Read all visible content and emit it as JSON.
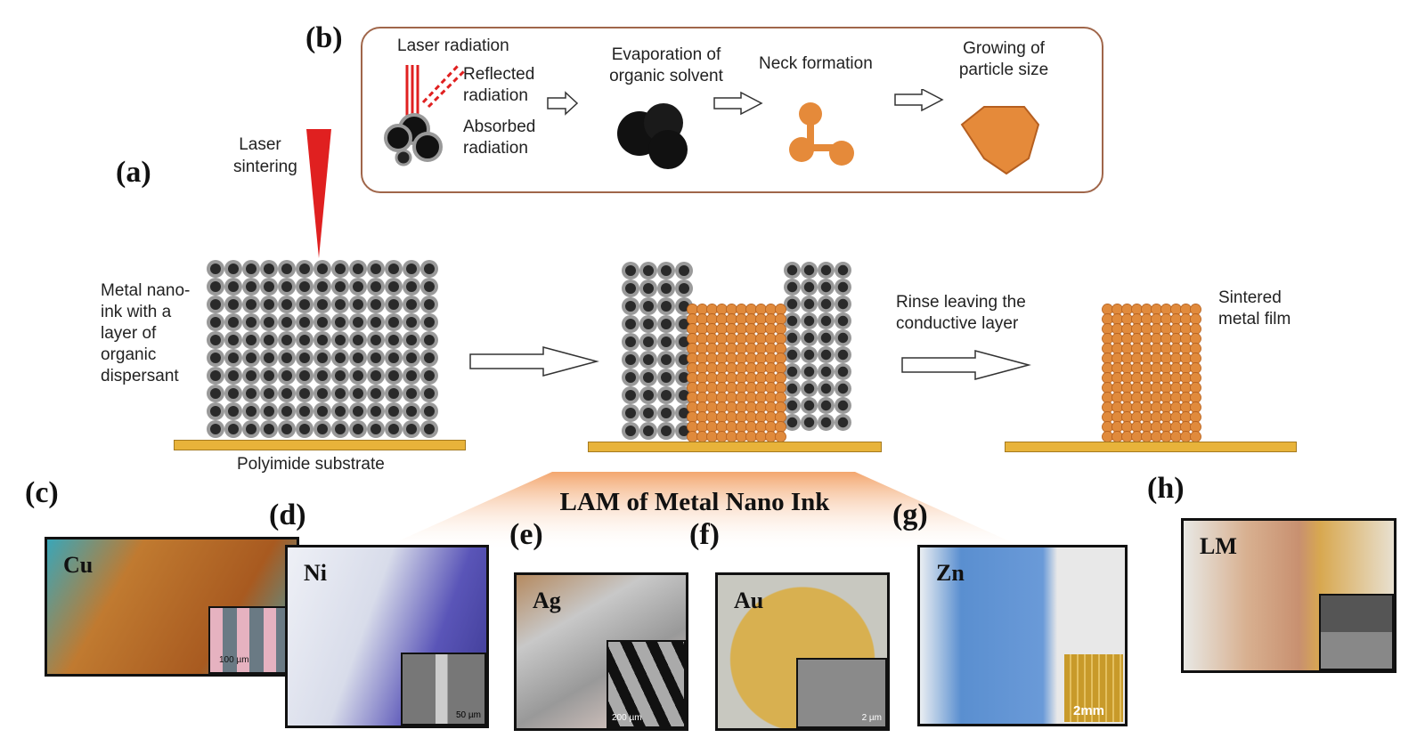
{
  "panels": {
    "a": "(a)",
    "b": "(b)",
    "c": "(c)",
    "d": "(d)",
    "e": "(e)",
    "f": "(f)",
    "g": "(g)",
    "h": "(h)"
  },
  "b": {
    "step1": "Laser radiation",
    "reflected": "Reflected radiation",
    "absorbed": "Absorbed radiation",
    "step2": "Evaporation of organic solvent",
    "step3": "Neck formation",
    "step4": "Growing of particle size"
  },
  "a": {
    "laser": "Laser sintering",
    "ink": "Metal nano-ink with a layer of organic dispersant",
    "substrate": "Polyimide substrate",
    "rinse": "Rinse leaving the conductive layer",
    "film": "Sintered metal film"
  },
  "banner": "LAM of Metal Nano Ink",
  "materials": {
    "c": "Cu",
    "d": "Ni",
    "e": "Ag",
    "f": "Au",
    "g": "Zn",
    "h": "LM"
  },
  "scalebars": {
    "c": "100 µm",
    "d": "50 µm",
    "e": "200 µm",
    "f": "2 µm",
    "g": "2mm"
  },
  "colors": {
    "ink": "#2a2a2a",
    "shell": "#9a9a9a",
    "sintered": "#e08a3c",
    "substrate": "#e8b33a",
    "border": "#a0664a",
    "laser": "#e02020"
  }
}
